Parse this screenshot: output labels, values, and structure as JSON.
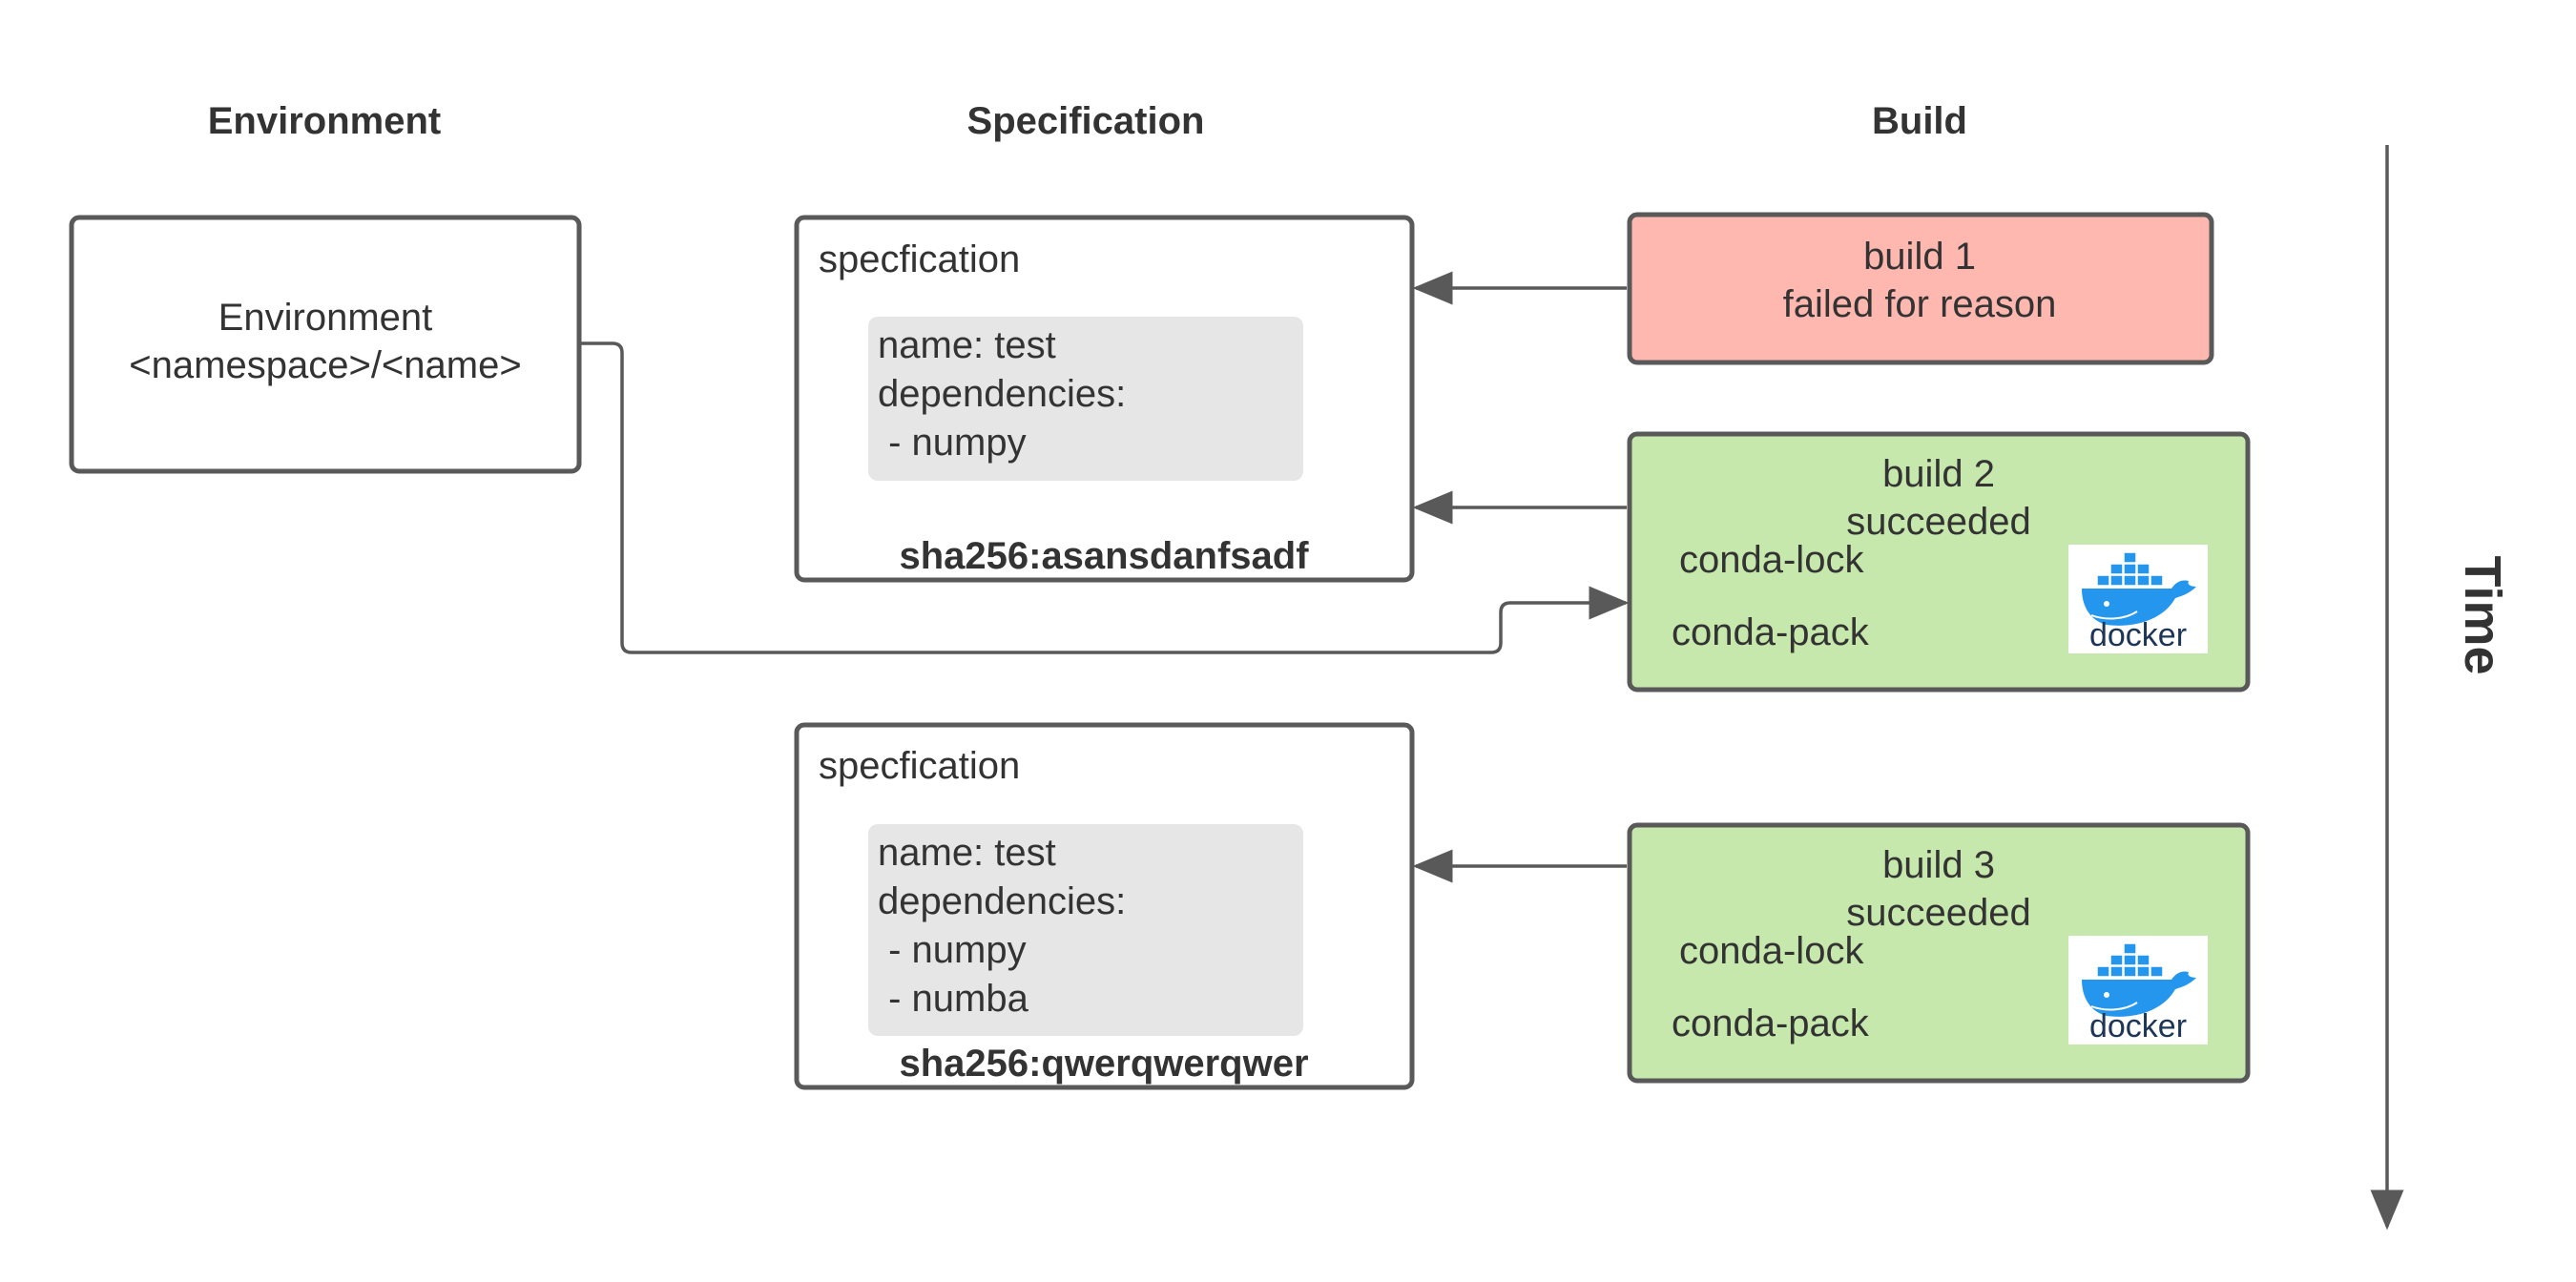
{
  "headers": {
    "environment": "Environment",
    "specification": "Specification",
    "build": "Build"
  },
  "time_label": "Time",
  "environment_box": {
    "line1": "Environment",
    "line2": "<namespace>/<name>"
  },
  "specifications": [
    {
      "title": "specfication",
      "yaml": [
        "name: test",
        "dependencies:",
        " - numpy"
      ],
      "hash": "sha256:asansdanfsadf"
    },
    {
      "title": "specfication",
      "yaml": [
        "name: test",
        "dependencies:",
        " - numpy",
        " - numba"
      ],
      "hash": "sha256:qwerqwerqwer"
    }
  ],
  "builds": [
    {
      "line1": "build 1",
      "line2": "failed for reason",
      "status": "failed",
      "color": "#ffb8b0"
    },
    {
      "line1": "build 2",
      "line2": "succeeded",
      "lock": "conda-lock",
      "pack": "conda-pack",
      "logo": "docker",
      "status": "succeeded",
      "color": "#c7e8ac"
    },
    {
      "line1": "build 3",
      "line2": "succeeded",
      "lock": "conda-lock",
      "pack": "conda-pack",
      "logo": "docker",
      "status": "succeeded",
      "color": "#c7e8ac"
    }
  ],
  "colors": {
    "failed": "#ffb8b0",
    "succeeded": "#c7e8ac",
    "code_background": "#e6e6e6",
    "stroke": "#595959",
    "docker_blue": "#2496ed"
  },
  "icons": [
    "docker-logo-icon"
  ]
}
